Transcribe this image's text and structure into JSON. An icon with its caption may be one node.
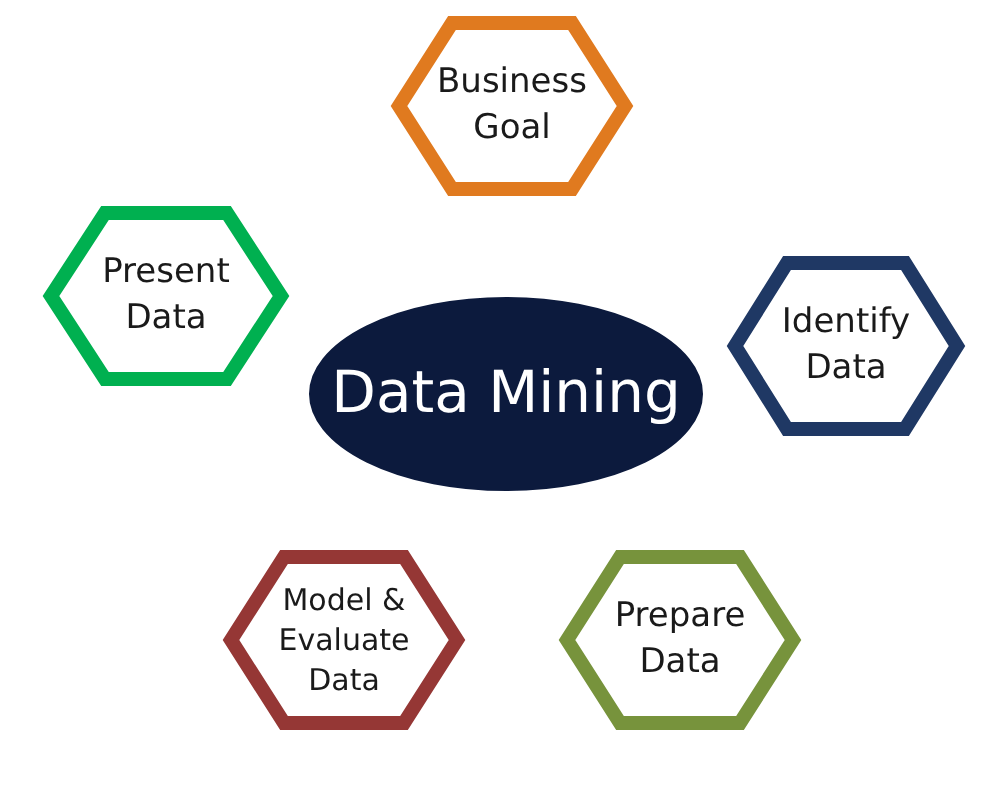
{
  "diagram": {
    "nodes": [
      {
        "text": [
          "Data Mining"
        ]
      },
      {
        "text": [
          "Business Goal"
        ]
      },
      {
        "text": [
          "Identify Data"
        ]
      },
      {
        "text": [
          "Prepare Data"
        ]
      },
      {
        "text": [
          "Model & Evaluate Data"
        ]
      },
      {
        "text": [
          "Present Data"
        ]
      }
    ]
  }
}
